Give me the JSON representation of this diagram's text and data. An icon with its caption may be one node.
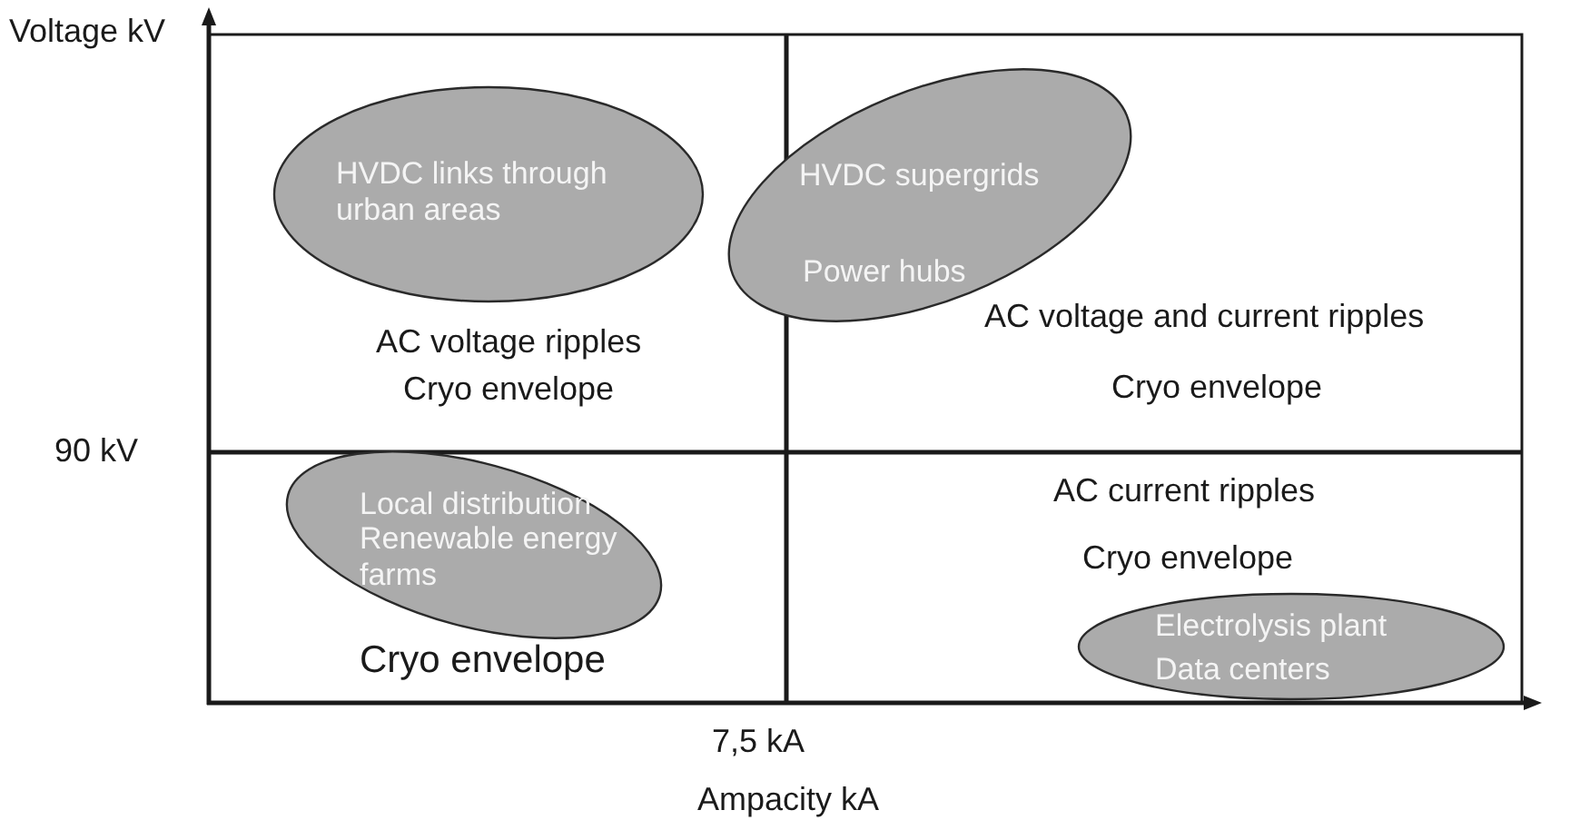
{
  "diagram": {
    "nodes": [
      {
        "text": [
          "HVDC links through urban areas"
        ]
      },
      {
        "text": [
          "HVDC supergrids",
          "Power hubs"
        ]
      },
      {
        "text": [
          "Local distribution",
          "Renewable energy farms"
        ]
      },
      {
        "text": [
          "Electrolysis plant",
          "Data centers"
        ]
      }
    ],
    "labels": [
      "Voltage kV",
      "AC voltage ripples",
      "Cryo envelope",
      "AC voltage and current ripples",
      "Cryo envelope",
      "90 kV",
      "AC current ripples",
      "Cryo envelope",
      "Cryo envelope",
      "7,5 kA",
      "Ampacity kA"
    ]
  }
}
